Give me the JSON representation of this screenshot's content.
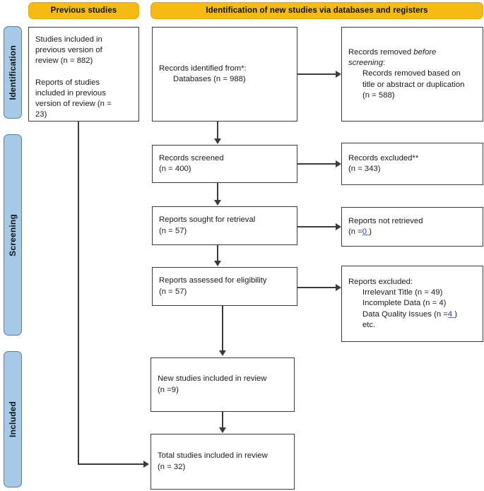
{
  "diagram": {
    "type": "PRISMA 2020 flow diagram",
    "colors": {
      "header_orange": "#f5bb14",
      "stage_blue": "#a7c9e8",
      "box_border": "#3a3a3a",
      "tracked_change_blue": "#2a2ad0"
    }
  },
  "headers": {
    "previous": "Previous studies",
    "new": "Identification of new studies via databases and registers"
  },
  "stages": [
    {
      "label": "Identification"
    },
    {
      "label": "Screening"
    },
    {
      "label": "Included"
    }
  ],
  "boxes": {
    "previous_studies": {
      "line1": "Studies included in",
      "line2": "previous version of",
      "line3": "review (n = 882)",
      "line4": "Reports of studies",
      "line5": "included in previous",
      "line6": "version of review (n =",
      "line7": "23)"
    },
    "records_identified": {
      "line1": "Records identified from*:",
      "line2": "Databases (n = 988)"
    },
    "records_removed": {
      "line1_a": "Records removed ",
      "line1_b": "before",
      "line2_a": "screening",
      "line2_b": ":",
      "line3": "Records removed based on",
      "line4": "title or abstract or duplication",
      "line5": "(n = 588)"
    },
    "records_screened": {
      "line1": "Records screened",
      "line2": "(n = 400)"
    },
    "records_excluded": {
      "line1": "Records excluded**",
      "line2": "(n = 343)"
    },
    "reports_sought": {
      "line1": "Reports sought for retrieval",
      "line2": "(n = 57)"
    },
    "reports_not_retrieved": {
      "line1": "Reports not retrieved",
      "line2_a": "(n =",
      "line2_b": "0 ",
      "line2_c": ")"
    },
    "reports_assessed": {
      "line1": "Reports assessed for eligibility",
      "line2": "(n = 57)"
    },
    "reports_excluded": {
      "line1": "Reports excluded:",
      "line2": "Irrelevant Title (n = 49)",
      "line3": "Incomplete Data (n = 4)",
      "line4_a": "Data Quality Issues (n =",
      "line4_b": "4 ",
      "line4_c": ")",
      "line5": "etc."
    },
    "new_studies": {
      "line1": "New studies included in review",
      "line2": "(n =9)"
    },
    "total_studies": {
      "line1": "Total studies included in review",
      "line2": "(n = 32)"
    }
  },
  "chart_data": {
    "type": "diagram",
    "title": "PRISMA 2020 flow diagram for updated systematic reviews",
    "nodes": [
      {
        "id": "previous_studies",
        "stage": "Identification",
        "column": "Previous studies",
        "counts": {
          "studies": 882,
          "reports": 23
        }
      },
      {
        "id": "records_identified",
        "stage": "Identification",
        "column": "New studies",
        "counts": {
          "databases": 988
        }
      },
      {
        "id": "records_removed",
        "stage": "Identification",
        "column": "Excluded",
        "counts": {
          "removed_title_abstract_duplication": 588
        }
      },
      {
        "id": "records_screened",
        "stage": "Screening",
        "column": "New studies",
        "counts": {
          "n": 400
        }
      },
      {
        "id": "records_excluded",
        "stage": "Screening",
        "column": "Excluded",
        "counts": {
          "n": 343
        }
      },
      {
        "id": "reports_sought",
        "stage": "Screening",
        "column": "New studies",
        "counts": {
          "n": 57
        }
      },
      {
        "id": "reports_not_retrieved",
        "stage": "Screening",
        "column": "Excluded",
        "counts": {
          "n": 0
        }
      },
      {
        "id": "reports_assessed",
        "stage": "Screening",
        "column": "New studies",
        "counts": {
          "n": 57
        }
      },
      {
        "id": "reports_excluded",
        "stage": "Screening",
        "column": "Excluded",
        "counts": {
          "irrelevant_title": 49,
          "incomplete_data": 4,
          "data_quality_issues": 4
        }
      },
      {
        "id": "new_studies",
        "stage": "Included",
        "column": "New studies",
        "counts": {
          "n": 9
        }
      },
      {
        "id": "total_studies",
        "stage": "Included",
        "column": "New studies",
        "counts": {
          "n": 32
        }
      }
    ],
    "edges": [
      {
        "from": "records_identified",
        "to": "records_removed"
      },
      {
        "from": "records_identified",
        "to": "records_screened"
      },
      {
        "from": "records_screened",
        "to": "records_excluded"
      },
      {
        "from": "records_screened",
        "to": "reports_sought"
      },
      {
        "from": "reports_sought",
        "to": "reports_not_retrieved"
      },
      {
        "from": "reports_sought",
        "to": "reports_assessed"
      },
      {
        "from": "reports_assessed",
        "to": "reports_excluded"
      },
      {
        "from": "reports_assessed",
        "to": "new_studies"
      },
      {
        "from": "new_studies",
        "to": "total_studies"
      },
      {
        "from": "previous_studies",
        "to": "total_studies"
      }
    ]
  }
}
